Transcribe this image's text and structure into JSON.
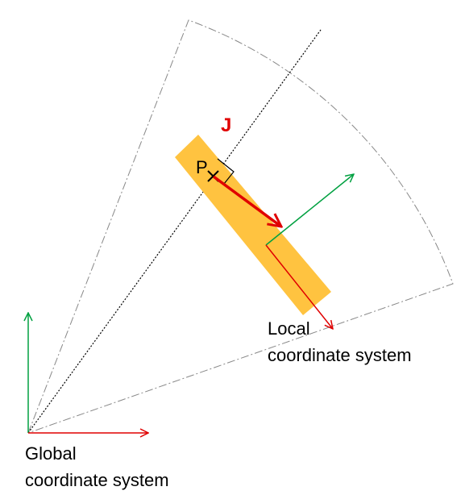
{
  "labels": {
    "current": "J",
    "point": "P",
    "local_line1": "Local",
    "local_line2": "coordinate system",
    "global_line1": "Global",
    "global_line2": "coordinate system"
  },
  "colors": {
    "element_fill": "#FFC340",
    "current_arrow": "#E00000",
    "x_axis": "#E00000",
    "y_axis": "#00A040",
    "sector_outline": "#888888",
    "center_line": "#000000"
  }
}
